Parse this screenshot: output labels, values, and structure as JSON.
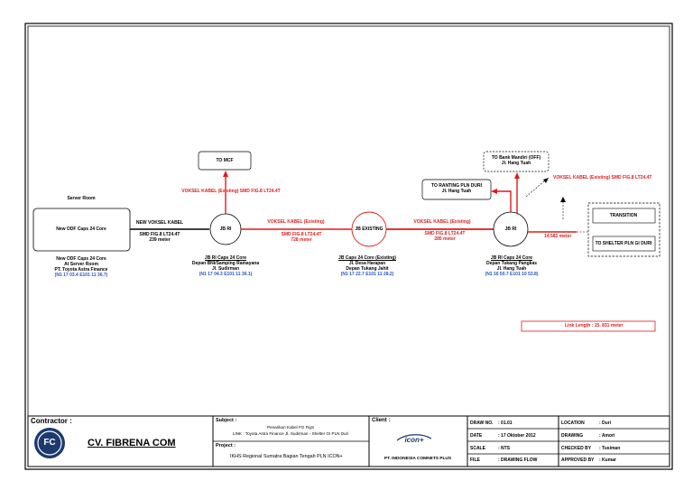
{
  "diagram": {
    "server_room": "Server Room",
    "new_odf": "New ODF Caps 24 Core",
    "odf_loc": [
      "New ODF Caps 24 Core",
      "At Server Room",
      "PT. Toyota Astra Finance"
    ],
    "odf_coord": "(N1 17 03.4 E101 11 36.7)",
    "new_voksel": "NEW VOKSEL KABEL",
    "cable1": "SMD FIG.8 LT24.4T",
    "dist1": "239 meter",
    "to_mcf": "TO MCF",
    "voksel_mcf": "VOKSEL KABEL (Existing) SMD FIG.8 LT24.4T",
    "jb_ri": "JB RI",
    "jb1_title": "JB RI Caps 24 Core",
    "jb1_lines": [
      "Depan BNI/Samping Ramayana",
      "Jl. Sudirman"
    ],
    "jb1_coord": "(N1 17 04.3 E101 11 36.1)",
    "voksel2": "VOKSEL KABEL (Existing)",
    "cable2": "SMD FIG.8 LT24.4T",
    "dist2": "728 meter",
    "jb_existing": "JB EXISTING",
    "jb2_title": "JB Caps 24 Core (Existing)",
    "jb2_lines": [
      "Jl. Desa Harapan",
      "Depan Tukang Jahit"
    ],
    "jb2_coord": "(N1 17 22.7 E101 11 28.2)",
    "voksel3": "VOKSEL KABEL (Existing)",
    "cable3": "SMD FIG.8 LT24.4T",
    "dist3": "285 meter",
    "jb3_title": "JB RI Caps 24 Core",
    "jb3_lines": [
      "Depan Tukang Pangkas",
      "Jl. Hang Tuah"
    ],
    "jb3_coord": "(N1 16 50.7 E101 10 53.8)",
    "bank": [
      "TO Bank Mandiri (OFF)",
      "Jl. Hang Tuah"
    ],
    "ranting": [
      "TO RANTING PLN DURI",
      "Jl. Hang Tuah"
    ],
    "voksel_existing": "VOKSEL KABEL (Existing) SMD FIG.8 LT24.4T",
    "transition": "TRANSITION",
    "dist4": "14.581 meter",
    "to_shelter": "TO SHELTER PLN GI DURI",
    "link_length": "Link Length : 15. 831 meter"
  },
  "title_block": {
    "contractor_label": "Contractor :",
    "logo_text": "FC",
    "company": "CV. FIBRENA COM",
    "subject_label": "Subject :",
    "subject_line1": "Penarikan Kabel FO FigS",
    "subject_line2": "LINK : Toyota Astra Finance Jl. Sudirman - Shelter GI PLN Duri",
    "project_label": "Project :",
    "project_text": "IKHS Regional Sumatra Bagian Tengah PLN ICON+",
    "client_label": "Client :",
    "client_logo": "icon+",
    "client_name": "PT. INDONESIA COMNETS PLUS",
    "rows_left": [
      {
        "label": "DRAW NO.",
        "value": ": 01.01"
      },
      {
        "label": "DATE",
        "value": ": 17 Oktober 2012"
      },
      {
        "label": "SCALE",
        "value": ": NTS"
      },
      {
        "label": "FILE",
        "value": ": DRAWING FLOW"
      }
    ],
    "rows_right": [
      {
        "label": "LOCATION",
        "value": ": Duri"
      },
      {
        "label": "DRAWING",
        "value": ": Amori"
      },
      {
        "label": "CHECKED BY",
        "value": ": Tusiman"
      },
      {
        "label": "APPROVED BY",
        "value": ": Kumar"
      }
    ]
  },
  "colors": {
    "accent": "#e21a1a",
    "coord": "#2255cc",
    "logo": "#1c3a6e"
  }
}
